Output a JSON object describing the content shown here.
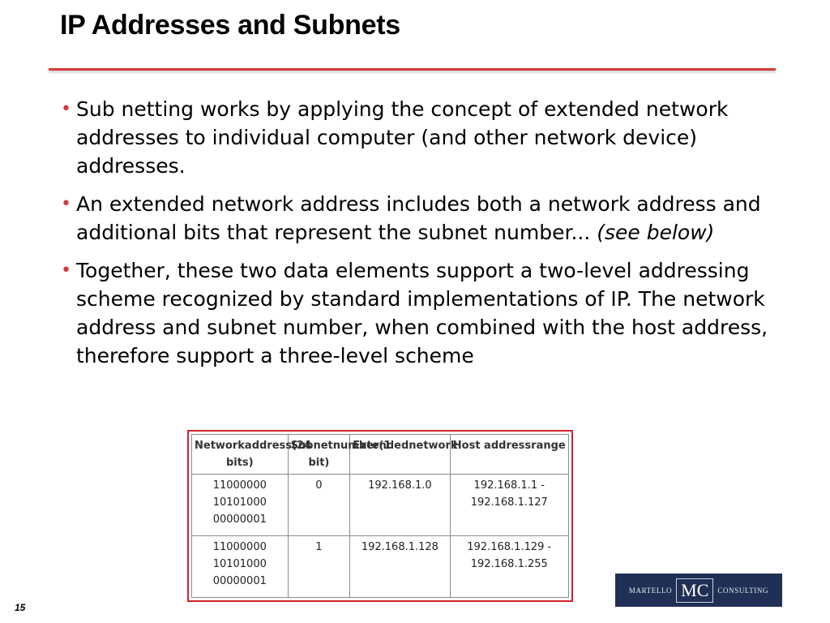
{
  "slide": {
    "title": "IP Addresses and Subnets",
    "page_number": "15",
    "accent_color": "#d33a3a"
  },
  "bullets": [
    {
      "text": "Sub netting works by applying the concept of extended network addresses to individual computer (and other network device) addresses.",
      "italic_suffix": ""
    },
    {
      "text": "An extended network address includes both a network address and additional bits that represent the subnet number... ",
      "italic_suffix": "(see below)"
    },
    {
      "text": "Together, these two data elements support a two-level addressing scheme recognized by standard implementations of IP. The network address and subnet number, when combined with the host address, therefore support a three-level scheme",
      "italic_suffix": ""
    }
  ],
  "bullet_glyph": "•",
  "table": {
    "border_color": "#d0242c",
    "headers": [
      [
        "Network",
        "address",
        "(24 bits)"
      ],
      [
        "Subnet",
        "number",
        "(1 bit)"
      ],
      [
        "Extended",
        "network"
      ],
      [
        "Host address",
        "range"
      ]
    ],
    "rows": [
      [
        [
          "11000000",
          "10101000",
          "00000001"
        ],
        [
          "0"
        ],
        [
          "192.168.1.0"
        ],
        [
          "192.168.1.1 -",
          "192.168.1.127"
        ]
      ],
      [
        [
          "11000000",
          "10101000",
          "00000001"
        ],
        [
          "1"
        ],
        [
          "192.168.1.128"
        ],
        [
          "192.168.1.129 -",
          "192.168.1.255"
        ]
      ]
    ]
  },
  "logo": {
    "left_text": "MARTELLO",
    "mark": "MC",
    "right_text": "CONSULTING",
    "background": "#1f2f55"
  }
}
